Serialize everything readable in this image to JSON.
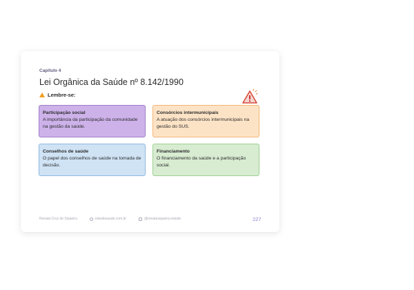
{
  "slide": {
    "chapter": "Capítulo 4",
    "title": "Lei Orgânica da Saúde nº 8.142/1990",
    "reminder": "Lembre-se:",
    "boxes": [
      {
        "heading": "Participação social",
        "text": "A importância da participação da comunidade na gestão da saúde.",
        "color": "#cdb2ea"
      },
      {
        "heading": "Consórcios intermunicipais",
        "text": "A atuação dos consórcios intermunicipais na gestão do SUS.",
        "color": "#fde3c6"
      },
      {
        "heading": "Conselhos de saúde",
        "text": "O papel dos conselhos de saúde na tomada de decisão.",
        "color": "#cfe3f5"
      },
      {
        "heading": "Financiamento",
        "text": "O financiamento da saúde e a participação social.",
        "color": "#d8ecd2"
      }
    ],
    "footer": {
      "author": "Renata Cruz de Siqueira",
      "site": "estudesaude.com.br",
      "social": "@renatasiqueira.estude"
    },
    "page_number": "227"
  }
}
